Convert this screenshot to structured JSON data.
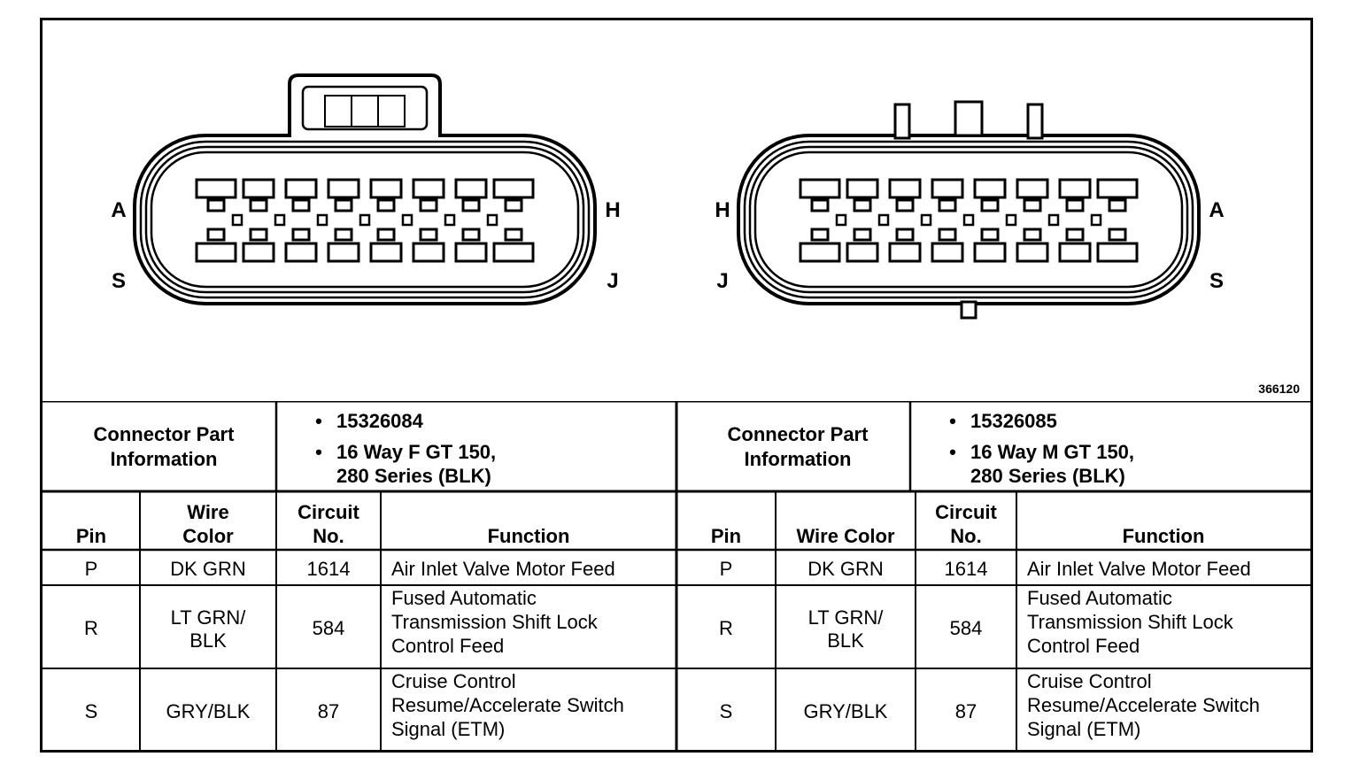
{
  "figure_id": "366120",
  "connectors": [
    {
      "letters": {
        "top_left": "A",
        "bottom_left": "S",
        "top_right": "H",
        "bottom_right": "J"
      },
      "part_header": "Connector Part Information",
      "part_number": "15326084",
      "part_desc_line1": "16 Way F GT 150,",
      "part_desc_line2": "280 Series (BLK)"
    },
    {
      "letters": {
        "top_left": "H",
        "bottom_left": "J",
        "top_right": "A",
        "bottom_right": "S"
      },
      "part_header": "Connector Part Information",
      "part_number": "15326085",
      "part_desc_line1": "16 Way M GT 150,",
      "part_desc_line2": "280 Series (BLK)"
    }
  ],
  "columns": {
    "left": {
      "pin": "Pin",
      "wire": "Wire Color",
      "circuit": "Circuit No.",
      "function": "Function"
    },
    "right": {
      "pin": "Pin",
      "wire": "Wire Color",
      "circuit": "Circuit No.",
      "function": "Function"
    }
  },
  "rows": [
    {
      "pin": "P",
      "wire": "DK GRN",
      "circuit": "1614",
      "function": "Air Inlet Valve Motor Feed"
    },
    {
      "pin": "R",
      "wire": "LT GRN/ BLK",
      "circuit": "584",
      "function": "Fused Automatic Transmission Shift Lock Control Feed"
    },
    {
      "pin": "S",
      "wire": "GRY/BLK",
      "circuit": "87",
      "function": "Cruise Control Resume/Accelerate Switch Signal (ETM)"
    }
  ]
}
